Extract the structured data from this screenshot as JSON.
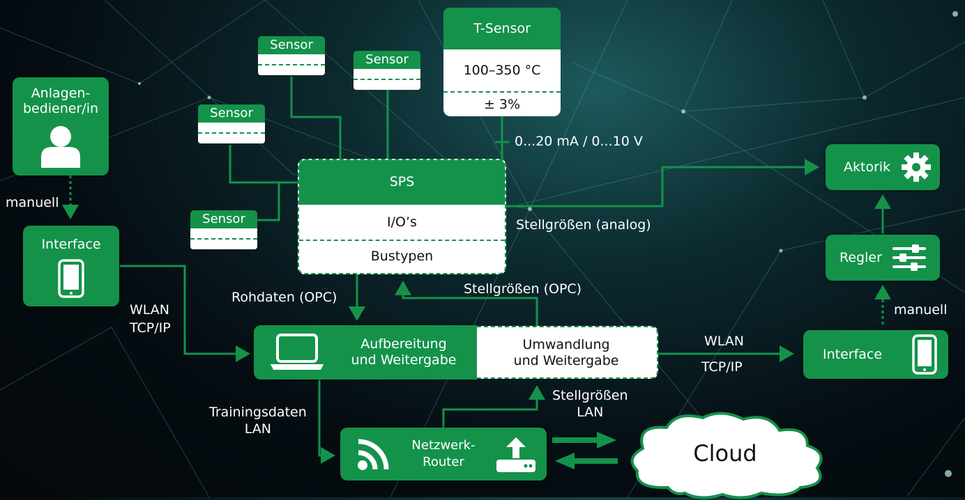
{
  "sensors": {
    "label": "Sensor"
  },
  "t_sensor": {
    "title": "T-Sensor",
    "range": "100–350 °C",
    "accuracy": "± 3%"
  },
  "signal_label": "0...20 mA / 0...10 V",
  "operator": {
    "label": "Anlagen-\nbediener/in"
  },
  "manual_left": "manuell",
  "interface_left": {
    "label": "Interface"
  },
  "wlan_left": "WLAN\nTCP/IP",
  "sps": {
    "title": "SPS",
    "io": "I/O’s",
    "bus": "Bustypen"
  },
  "stellgroessen_analog": "Stellgrößen (analog)",
  "aktorik": {
    "label": "Aktorik"
  },
  "regler": {
    "label": "Regler"
  },
  "manual_right": "manuell",
  "rohdaten": "Rohdaten (OPC)",
  "stellgroessen_opc": "Stellgrößen (OPC)",
  "processing": {
    "aufbereitung": "Aufbereitung\nund Weitergabe",
    "umwandlung": "Umwandlung\nund Weitergabe"
  },
  "wlan_right": {
    "wlan": "WLAN",
    "tcp": "TCP/IP"
  },
  "interface_right": {
    "label": "Interface"
  },
  "trainingsdaten": "Trainingsdaten\nLAN",
  "stellgroessen_lan": "Stellgrößen\nLAN",
  "router": {
    "label": "Netzwerk-\nRouter"
  },
  "cloud": {
    "label": "Cloud"
  },
  "colors": {
    "green": "#14924a",
    "white": "#ffffff"
  }
}
